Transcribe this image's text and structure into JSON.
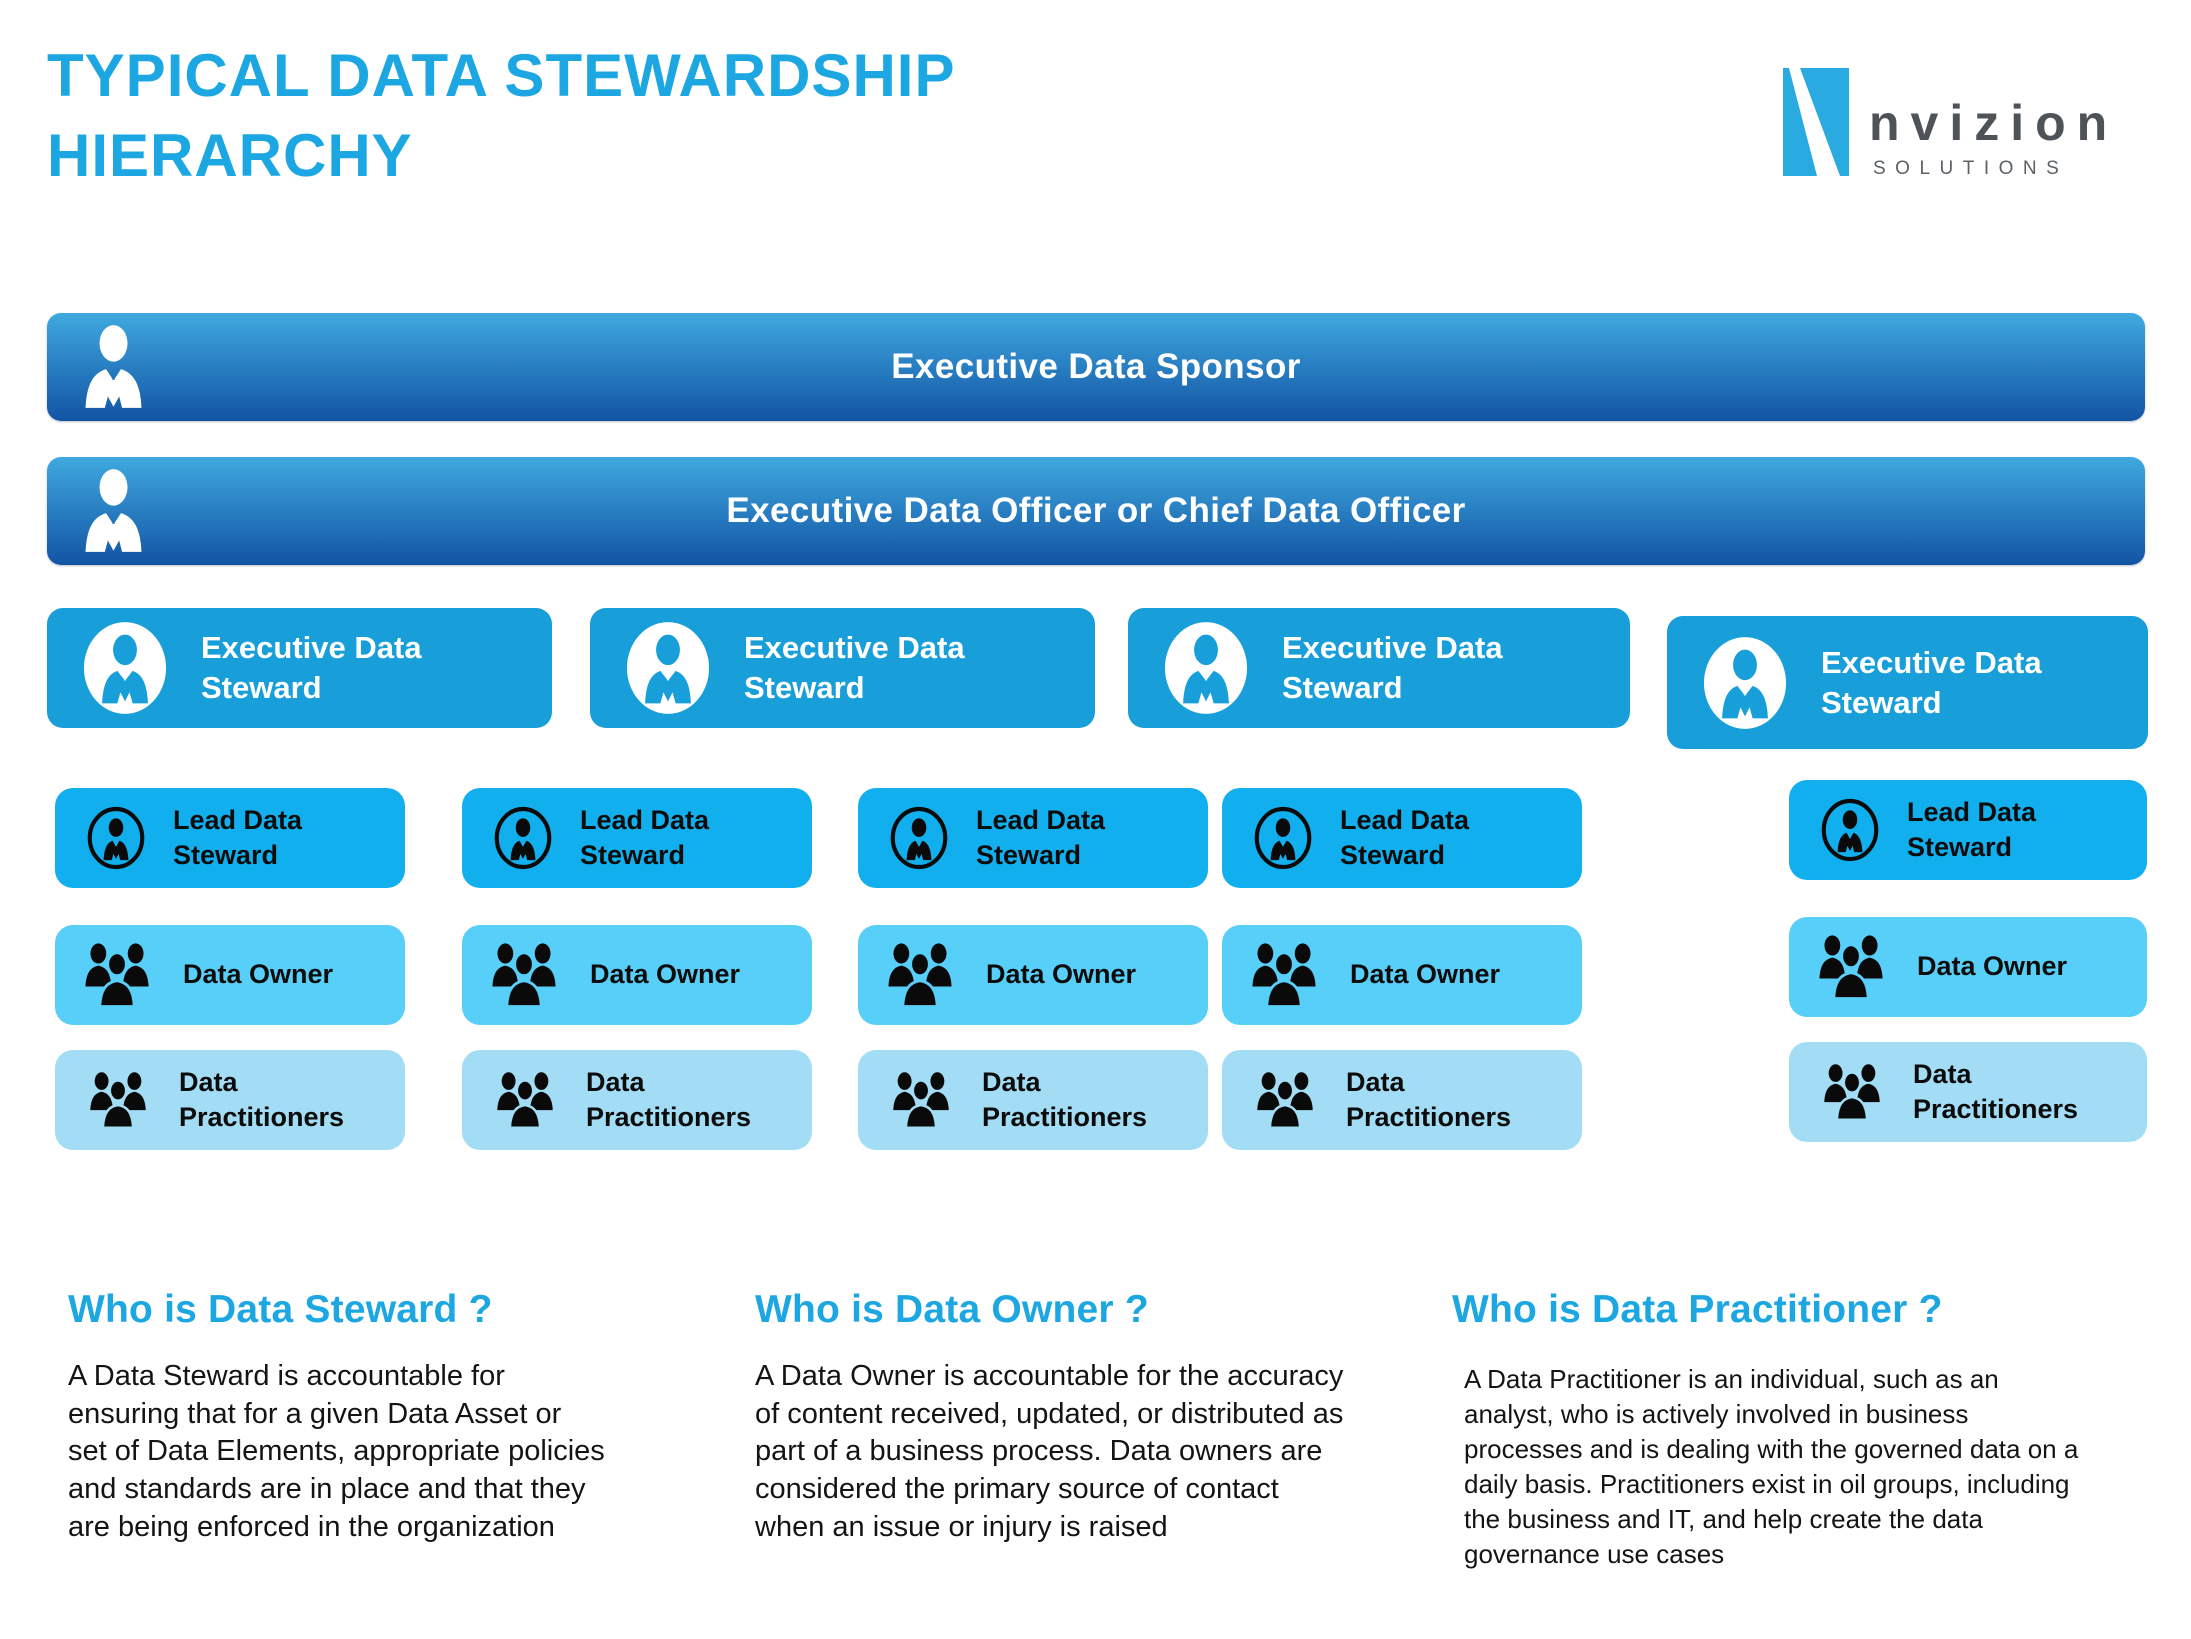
{
  "page": {
    "title": "TYPICAL DATA STEWARDSHIP HIERARCHY"
  },
  "logo": {
    "name": "nvizion",
    "tagline": "SOLUTIONS"
  },
  "colors": {
    "accent_blue": "#1CA7E2",
    "banner_gradient_top": "#3FA9DF",
    "banner_gradient_bottom": "#1254A4",
    "exec_steward_box": "#189FD9",
    "lead_steward_box": "#12AFEE",
    "data_owner_box": "#58CFF8",
    "practitioner_box": "#A3DDF5",
    "logo_cyan": "#29ABE2"
  },
  "icons": {
    "banner": "business-person-icon",
    "executive_steward": "person-oval-icon",
    "lead_steward": "person-ring-icon",
    "data_owner": "people-group-icon",
    "practitioners": "people-group-icon"
  },
  "hierarchy": {
    "level1": {
      "label": "Executive Data Sponsor"
    },
    "level2": {
      "label": "Executive Data Officer or Chief Data Officer"
    },
    "level3": [
      {
        "label": "Executive Data Steward"
      },
      {
        "label": "Executive Data Steward"
      },
      {
        "label": "Executive Data Steward"
      },
      {
        "label": "Executive Data Steward"
      }
    ],
    "columns": [
      {
        "lead": "Lead Data Steward",
        "owner": "Data Owner",
        "practitioners": "Data Practitioners"
      },
      {
        "lead": "Lead Data Steward",
        "owner": "Data Owner",
        "practitioners": "Data Practitioners"
      },
      {
        "lead": "Lead Data Steward",
        "owner": "Data Owner",
        "practitioners": "Data Practitioners"
      },
      {
        "lead": "Lead Data Steward",
        "owner": "Data Owner",
        "practitioners": "Data Practitioners"
      },
      {
        "lead": "Lead Data Steward",
        "owner": "Data Owner",
        "practitioners": "Data Practitioners"
      }
    ]
  },
  "faq": [
    {
      "heading": "Who is Data Steward ?",
      "body": "A Data Steward is accountable for ensuring that for a given Data Asset or set of Data Elements, appropriate policies and standards are in place and that they are being enforced in the organization"
    },
    {
      "heading": "Who is Data Owner ?",
      "body": "A Data Owner is accountable for the accuracy of content received, updated, or distributed as part of a business process. Data owners are considered the primary source of contact when an issue or injury is raised"
    },
    {
      "heading": "Who is Data Practitioner ?",
      "body": "A Data Practitioner is an individual, such as an analyst, who is actively involved in business processes and is dealing with the governed data on a daily basis. Practitioners exist in oil groups, including the business and IT, and help create the data governance use cases"
    }
  ]
}
